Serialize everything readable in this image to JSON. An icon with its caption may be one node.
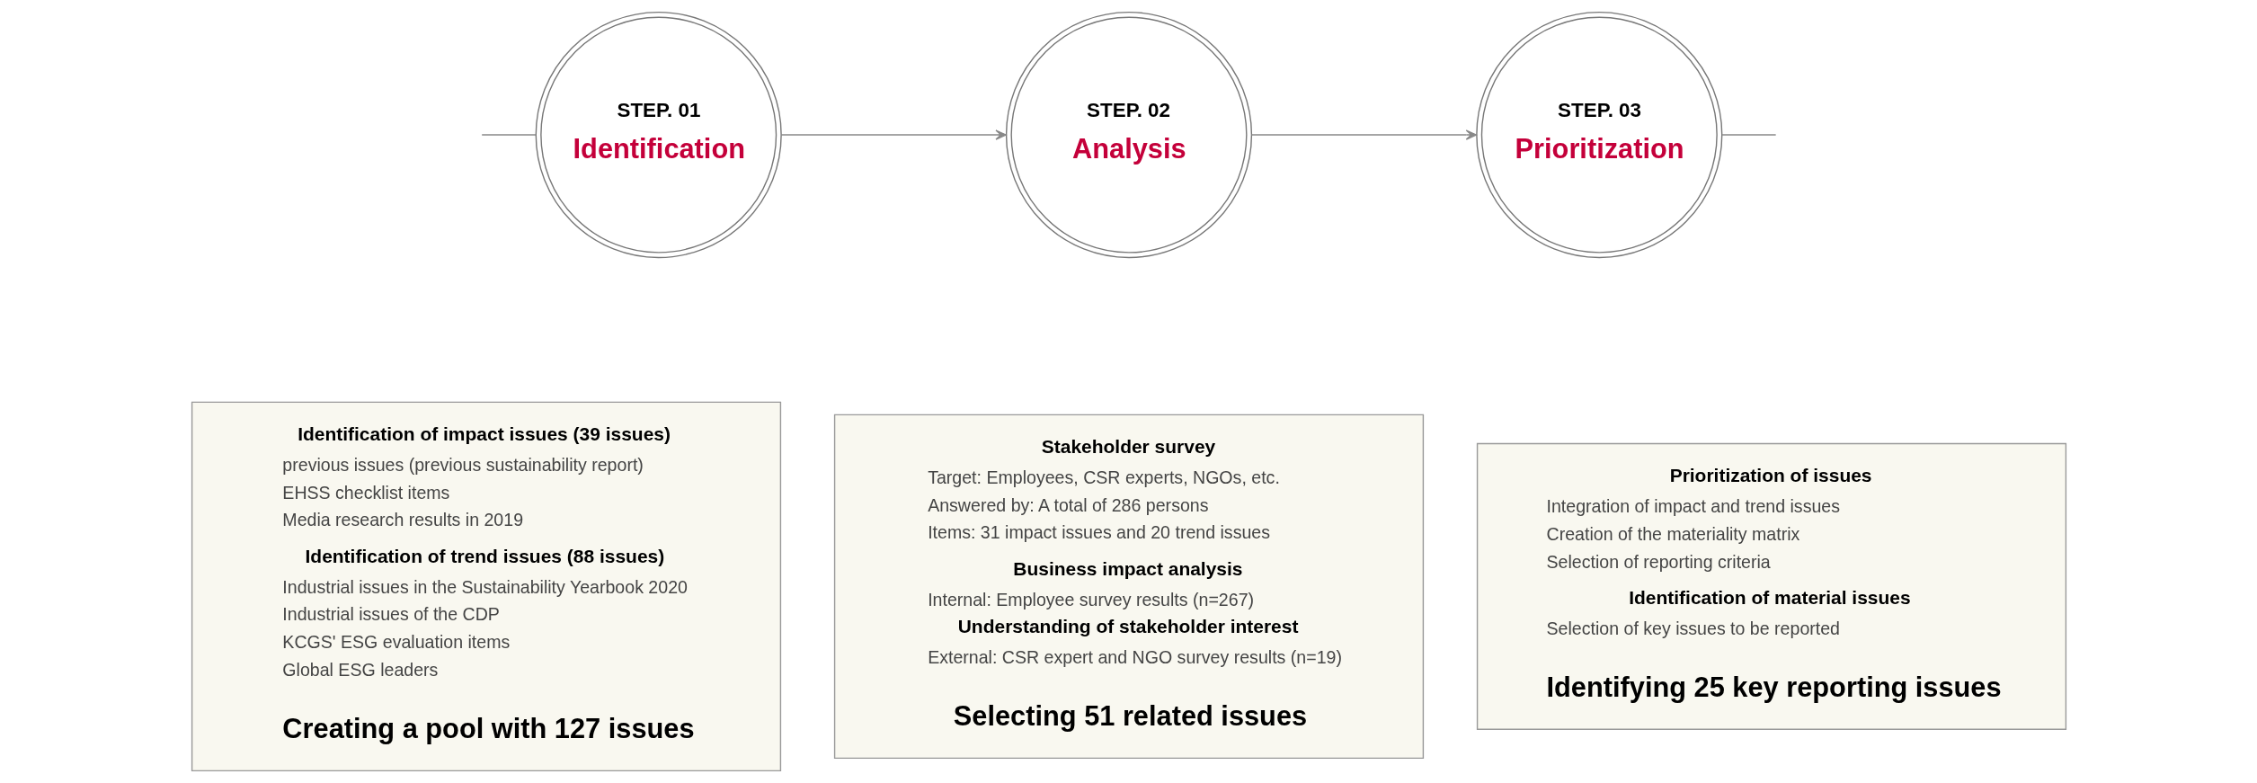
{
  "diagram": {
    "nodes": [
      {
        "text": [
          "STEP. 01",
          "Identification"
        ]
      },
      {
        "text": [
          "STEP. 02",
          "Analysis"
        ]
      },
      {
        "text": [
          "STEP. 03",
          "Prioritization"
        ]
      },
      {
        "text": [
          "Identification of impact issues (39 issues)",
          "previous issues (previous sustainability report)",
          "EHSS checklist items",
          "Media research results in 2019",
          "Identification of trend issues (88 issues)",
          "Industrial issues in the Sustainability Yearbook 2020",
          "Industrial issues of the CDP",
          "KCGS' ESG evaluation items",
          "Global ESG leaders",
          "Creating a pool with 127 issues"
        ]
      },
      {
        "text": [
          "Stakeholder survey",
          "Target: Employees, CSR experts, NGOs, etc.",
          "Answered by: A total of 286 persons",
          "Items: 31 impact issues and 20 trend issues",
          "Business impact analysis",
          "Internal: Employee survey results (n=267)",
          "Understanding of stakeholder interest",
          "External: CSR expert and NGO survey results (n=19)",
          "Selecting 51 related issues"
        ]
      },
      {
        "text": [
          "Prioritization of issues",
          "Integration of impact and trend issues",
          "Creation of the materiality matrix",
          "Selection of reporting criteria",
          "Identification of material issues",
          "Selection of key issues to be reported",
          "Identifying 25 key reporting issues"
        ]
      }
    ],
    "edges": [
      {
        "from": null,
        "to": 0,
        "arrow": "none"
      },
      {
        "from": 0,
        "to": 1,
        "arrow": "to"
      },
      {
        "from": 1,
        "to": 2,
        "arrow": "to"
      },
      {
        "from": 2,
        "to": null,
        "arrow": "none"
      }
    ]
  }
}
